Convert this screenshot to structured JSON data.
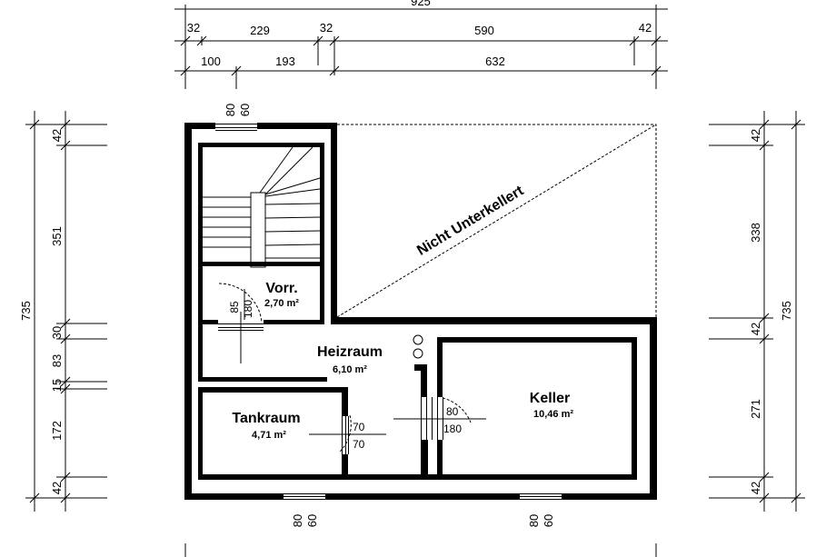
{
  "rooms": {
    "vorr": {
      "name": "Vorr.",
      "area": "2,70 m²"
    },
    "heizraum": {
      "name": "Heizraum",
      "area": "6,10 m²"
    },
    "tankraum": {
      "name": "Tankraum",
      "area": "4,71 m²"
    },
    "keller": {
      "name": "Keller",
      "area": "10,46 m²"
    }
  },
  "unexcavated_label": "Nicht Unterkellert",
  "dims": {
    "top_total": "925",
    "top_row1": [
      "32",
      "229",
      "32",
      "590",
      "42"
    ],
    "top_row2": [
      "100",
      "193",
      "632"
    ],
    "left_total": "735",
    "left_parts": [
      "42",
      "351",
      "30",
      "83",
      "15",
      "172",
      "42"
    ],
    "right_total": "735",
    "right_parts": [
      "42",
      "338",
      "42",
      "271",
      "42"
    ]
  },
  "openings": {
    "window_top": [
      "80",
      "60"
    ],
    "window_bottom_left": [
      "80",
      "60"
    ],
    "window_bottom_right": [
      "80",
      "60"
    ],
    "door_vorr": [
      "85",
      "180"
    ],
    "door_tank": [
      "70",
      "70"
    ],
    "door_keller": [
      "80",
      "180"
    ]
  }
}
